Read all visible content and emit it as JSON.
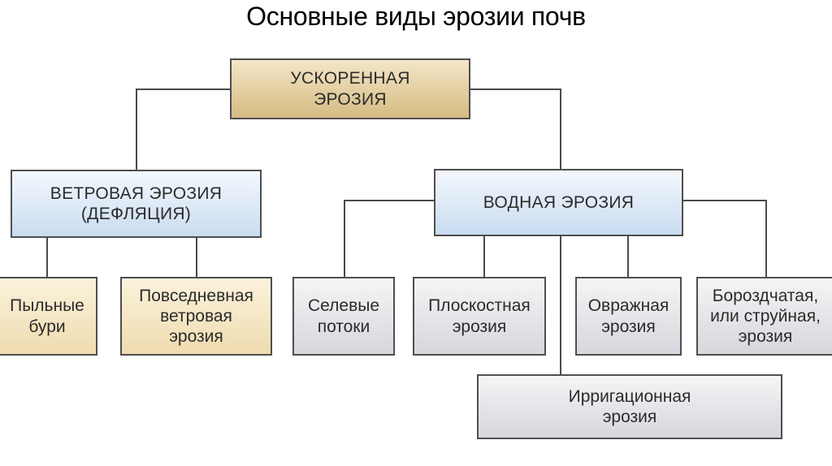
{
  "title": "Основные виды эрозии почв",
  "nodes": {
    "root": "УСКОРЕННАЯ\nЭРОЗИЯ",
    "wind": "ВЕТРОВАЯ ЭРОЗИЯ\n(ДЕФЛЯЦИЯ)",
    "water": "ВОДНАЯ ЭРОЗИЯ",
    "dust_storms": "Пыльные\nбури",
    "everyday_wind": "Повседневная\nветровая\nэрозия",
    "mudflows": "Селевые\nпотоки",
    "sheet": "Плоскостная\nэрозия",
    "gully": "Овражная\nэрозия",
    "rill": "Бороздчатая,\nили струйная,\nэрозия",
    "irrigation": "Ирригационная\nэрозия"
  },
  "colors": {
    "root_fill": "#d6bb82",
    "main_fill": "#c9dcf0",
    "wind_leaf_fill": "#efdcaf",
    "water_leaf_fill": "#d6d7dc",
    "border": "#4f4f4f"
  }
}
